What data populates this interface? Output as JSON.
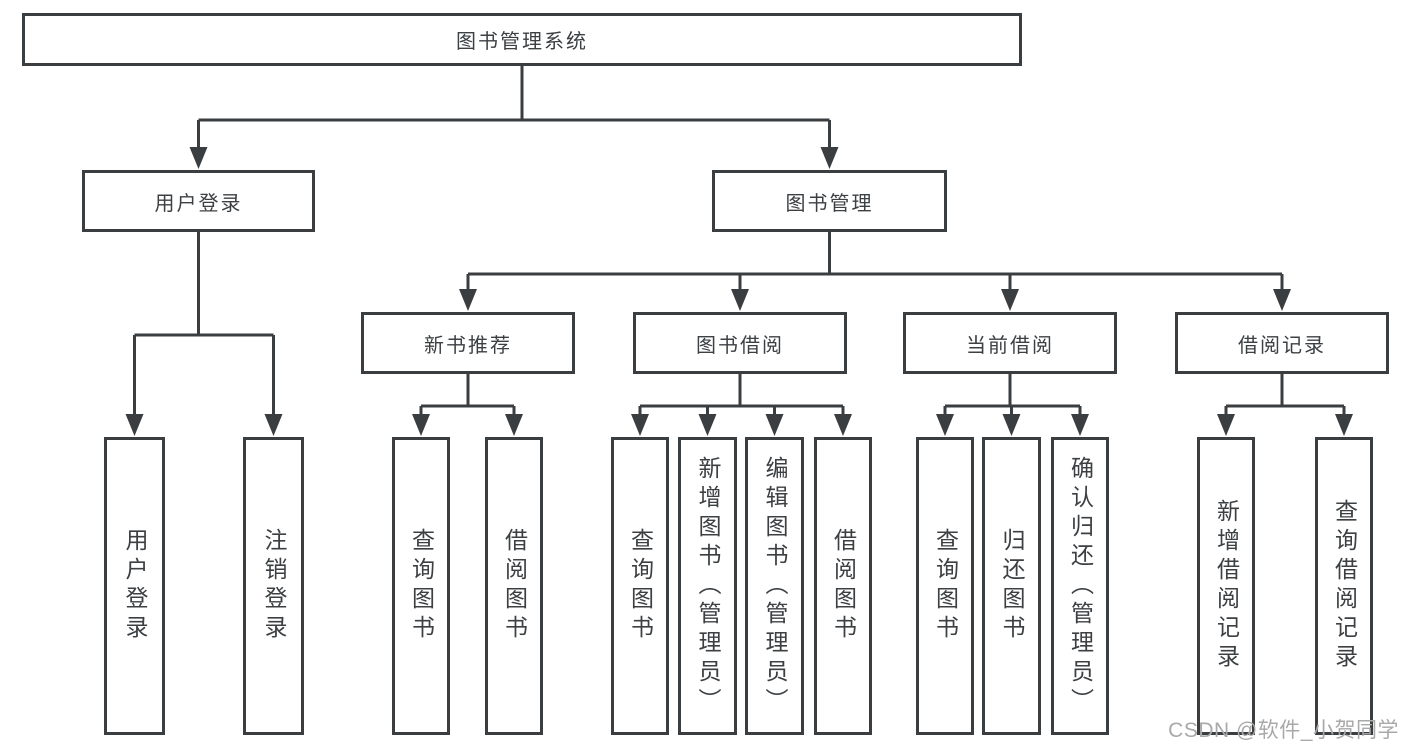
{
  "colors": {
    "line": "#3a3e41",
    "text": "#3c4043",
    "watermark": "#a9a9a9",
    "background": "#ffffff"
  },
  "tree": {
    "label": "图书管理系统",
    "children": [
      {
        "label": "用户登录",
        "children": [
          {
            "label": "用户登录"
          },
          {
            "label": "注销登录"
          }
        ]
      },
      {
        "label": "图书管理",
        "children": [
          {
            "label": "新书推荐",
            "children": [
              {
                "label": "查询图书"
              },
              {
                "label": "借阅图书"
              }
            ]
          },
          {
            "label": "图书借阅",
            "children": [
              {
                "label": "查询图书"
              },
              {
                "label": "新增图书（管理员）"
              },
              {
                "label": "编辑图书（管理员）"
              },
              {
                "label": "借阅图书"
              }
            ]
          },
          {
            "label": "当前借阅",
            "children": [
              {
                "label": "查询图书"
              },
              {
                "label": "归还图书"
              },
              {
                "label": "确认归还（管理员）"
              }
            ]
          },
          {
            "label": "借阅记录",
            "children": [
              {
                "label": "新增借阅记录"
              },
              {
                "label": "查询借阅记录"
              }
            ]
          }
        ]
      }
    ]
  },
  "watermark": "CSDN @软件_小贺同学"
}
